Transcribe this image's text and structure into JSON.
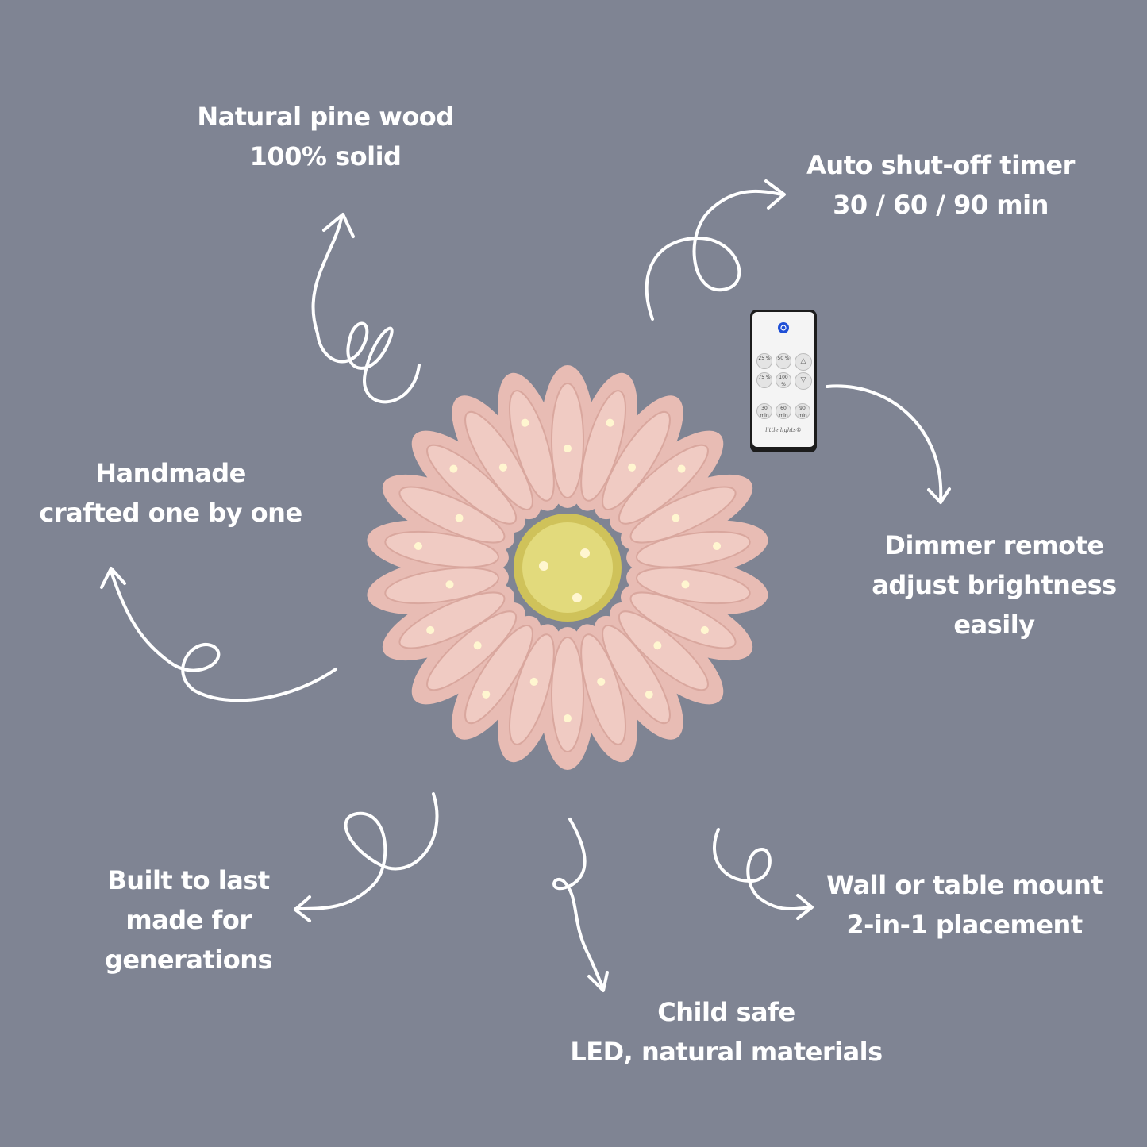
{
  "callouts": {
    "pine_wood": {
      "line1": "Natural pine wood",
      "line2": "100% solid"
    },
    "timer": {
      "line1": "Auto shut-off timer",
      "line2": "30 / 60 / 90 min"
    },
    "handmade": {
      "line1": "Handmade",
      "line2": "crafted one by one"
    },
    "dimmer": {
      "line1": "Dimmer remote",
      "line2": "adjust brightness",
      "line3": "easily"
    },
    "built": {
      "line1": "Built to last",
      "line2": "made for",
      "line3": "generations"
    },
    "mount": {
      "line1": "Wall or table mount",
      "line2": "2-in-1 placement"
    },
    "child_safe": {
      "line1": "Child safe",
      "line2": "LED, natural materials"
    }
  },
  "remote": {
    "buttons_row1": [
      "25 %",
      "50 %"
    ],
    "buttons_row2": [
      "75 %",
      "100 %"
    ],
    "buttons_row3": [
      "30 min",
      "60 min",
      "90 min"
    ],
    "brand": "little lights®"
  },
  "colors": {
    "background": "#7f8493",
    "petal": "#e8bcb4",
    "center": "#cfc25a",
    "text": "#ffffff"
  }
}
